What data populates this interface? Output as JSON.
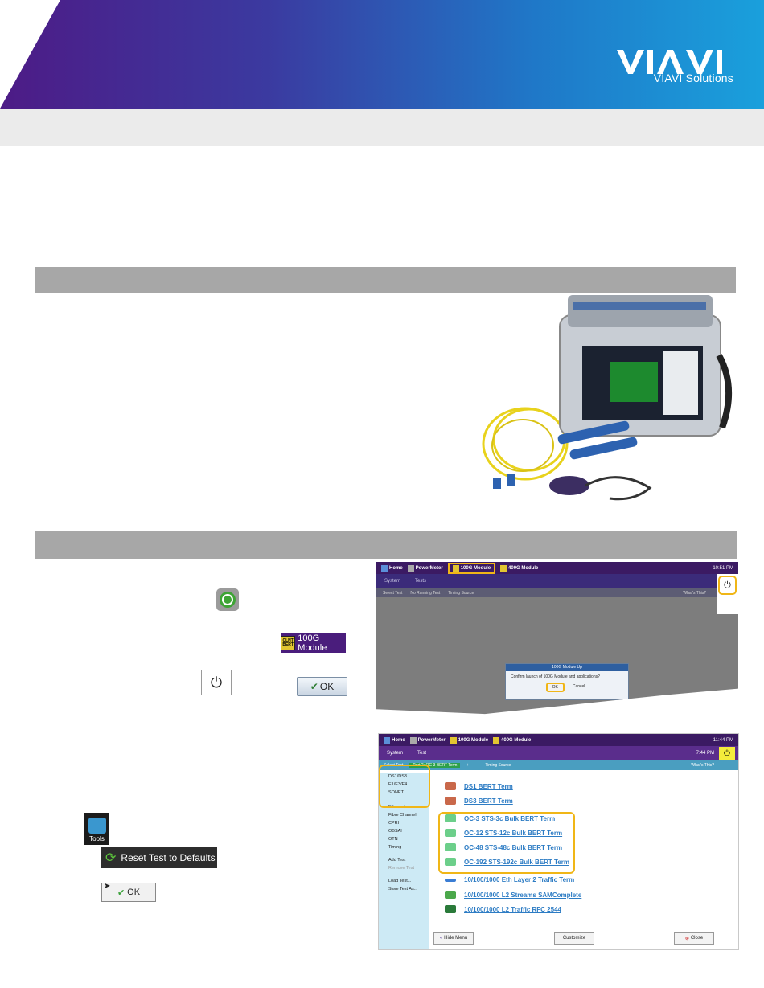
{
  "header": {
    "brand_name": "VIAVI",
    "brand_sub": "VIAVI Solutions"
  },
  "inline_icons": {
    "module_badge": "100G Module",
    "ok_label": "OK",
    "tools_label": "Tools",
    "reset_label": "Reset Test to Defaults",
    "ok_label_2": "OK"
  },
  "screenshot1": {
    "tabs": [
      "Home",
      "PowerMeter",
      "100G Module",
      "400G Module"
    ],
    "time": "10:51 PM",
    "sys_labels": [
      "System",
      "Tests"
    ],
    "sub_tabs": [
      "Select Test",
      "No Running Test",
      "Timing Source"
    ],
    "whats_this": "What's This?",
    "dialog_title": "100G Module Up",
    "dialog_text": "Confirm launch of 100G Module and applications?",
    "dialog_ok": "OK",
    "dialog_cancel": "Cancel"
  },
  "screenshot2": {
    "tabs": [
      "Home",
      "PowerMeter",
      "100G Module",
      "400G Module"
    ],
    "time": "11:44 PM",
    "time2": "7:44 PM",
    "sys_labels": [
      "System",
      "Test"
    ],
    "sub_tabs": [
      "Select Test",
      "Port 2: OC-3 BERT Term",
      "+",
      "Timing Source"
    ],
    "whats_this": "What's This?",
    "menu": [
      "DS1/DS3",
      "E1/E3/E4",
      "SONET",
      "Ethernet",
      "Fibre Channel",
      "CPRI",
      "OBSAI",
      "OTN",
      "Timing",
      "Add Test",
      "Remove Test",
      "Load Test...",
      "Save Test As..."
    ],
    "list": [
      "DS1 BERT Term",
      "DS3 BERT Term",
      "OC-3 STS-3c Bulk BERT Term",
      "OC-12 STS-12c Bulk BERT Term",
      "OC-48 STS-48c Bulk BERT Term",
      "OC-192 STS-192c Bulk BERT Term",
      "10/100/1000 Eth Layer 2 Traffic Term",
      "10/100/1000 L2 Streams SAMComplete",
      "10/100/1000 L2 Traffic RFC 2544"
    ],
    "hide_menu": "Hide Menu",
    "customize": "Customize",
    "close": "Close"
  },
  "colors": {
    "banner_start": "#4d1b86",
    "banner_end": "#1aa0dc",
    "section_bar": "#a7a7a7",
    "highlight": "#f0b617"
  }
}
